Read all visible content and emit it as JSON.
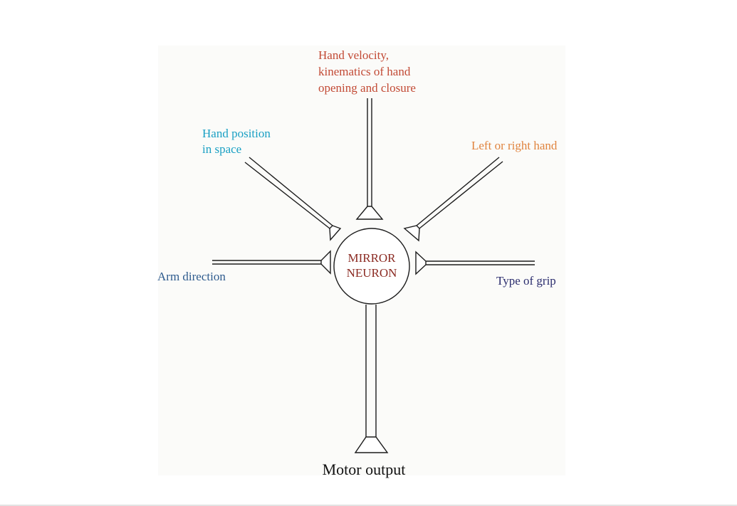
{
  "diagram": {
    "center": {
      "line1": "MIRROR",
      "line2": "NEURON",
      "color": "#8b2a22"
    },
    "inputs": {
      "top": {
        "lines": [
          "Hand velocity,",
          "kinematics of hand",
          "opening and closure"
        ],
        "color": "#c24a35"
      },
      "upper_left": {
        "lines": [
          "Hand position",
          "in space"
        ],
        "color": "#1aa0c4"
      },
      "upper_right": {
        "lines": [
          "Left or right hand"
        ],
        "color": "#e0843f"
      },
      "left": {
        "lines": [
          "Arm direction"
        ],
        "color": "#2e5b8e"
      },
      "right": {
        "lines": [
          "Type of grip"
        ],
        "color": "#2b2d6e"
      }
    },
    "output": {
      "label": "Motor output",
      "color": "#111111"
    }
  }
}
